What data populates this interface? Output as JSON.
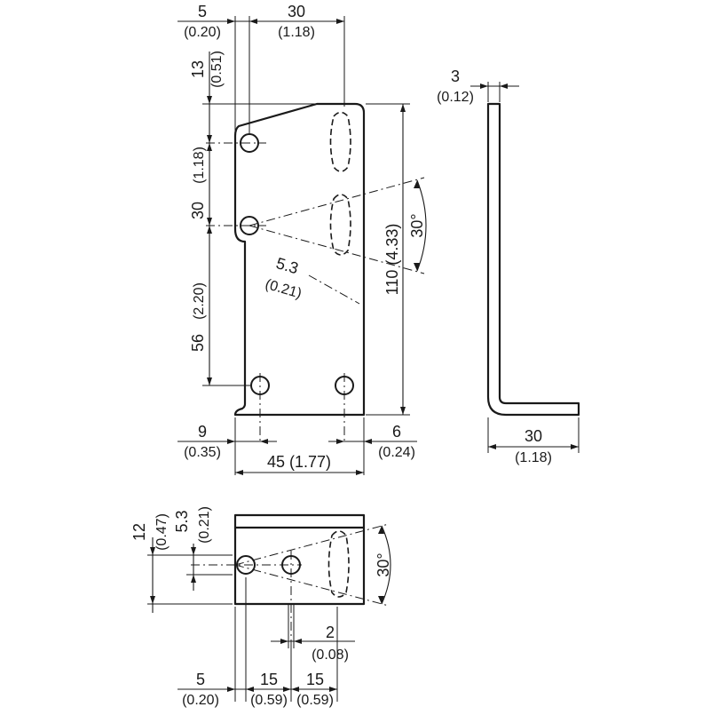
{
  "dims": {
    "top_left_width": {
      "mm": "5",
      "inch": "(0.20)"
    },
    "top_slot_width": {
      "mm": "30",
      "inch": "(1.18)"
    },
    "top_offset": {
      "mm": "13",
      "inch": "(0.51)"
    },
    "hole_pitch_v": {
      "mm": "30",
      "inch": "(1.18)"
    },
    "lower_pitch_v": {
      "mm": "56",
      "inch": "(2.20)"
    },
    "slot_width": {
      "mm": "5.3",
      "inch": "(0.21)"
    },
    "height_total": {
      "mm": "110",
      "inch": "(4.33)",
      "label": "110 (4.33)"
    },
    "angle_front": {
      "label": "30°"
    },
    "bottom_left": {
      "mm": "9",
      "inch": "(0.35)"
    },
    "bottom_right": {
      "mm": "6",
      "inch": "(0.24)"
    },
    "width_total": {
      "mm": "45",
      "inch": "(1.77)",
      "label": "45 (1.77)"
    },
    "thickness": {
      "mm": "3",
      "inch": "(0.12)"
    },
    "side_leg": {
      "mm": "30",
      "inch": "(1.18)"
    },
    "plan_height": {
      "mm": "12",
      "inch": "(0.47)"
    },
    "plan_slot": {
      "mm": "5.3",
      "inch": "(0.21)"
    },
    "angle_plan": {
      "label": "30°"
    },
    "plan_gap": {
      "mm": "2",
      "inch": "(0.08)"
    },
    "plan_left": {
      "mm": "5",
      "inch": "(0.20)"
    },
    "plan_pitch_1": {
      "mm": "15",
      "inch": "(0.59)"
    },
    "plan_pitch_2": {
      "mm": "15",
      "inch": "(0.59)"
    }
  }
}
